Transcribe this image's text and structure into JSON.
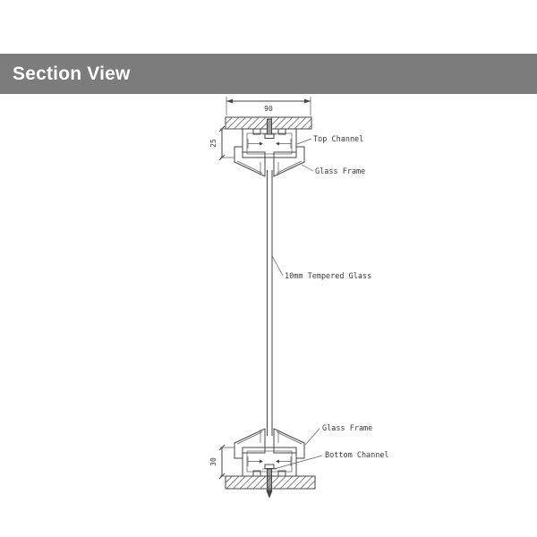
{
  "header": {
    "title": "Section View"
  },
  "colors": {
    "header_bg": "#7c7c7c",
    "header_text": "#ffffff",
    "line_color": "#454545",
    "background": "#ffffff"
  },
  "drawing": {
    "dimensions": {
      "top_width": "90",
      "top_channel_height": "25",
      "bottom_channel_height": "30"
    },
    "labels": {
      "top_channel": "Top Channel",
      "glass_frame_top": "Glass Frame",
      "tempered_glass": "10mm Tempered Glass",
      "glass_frame_bottom": "Glass Frame",
      "bottom_channel": "Bottom Channel"
    }
  }
}
